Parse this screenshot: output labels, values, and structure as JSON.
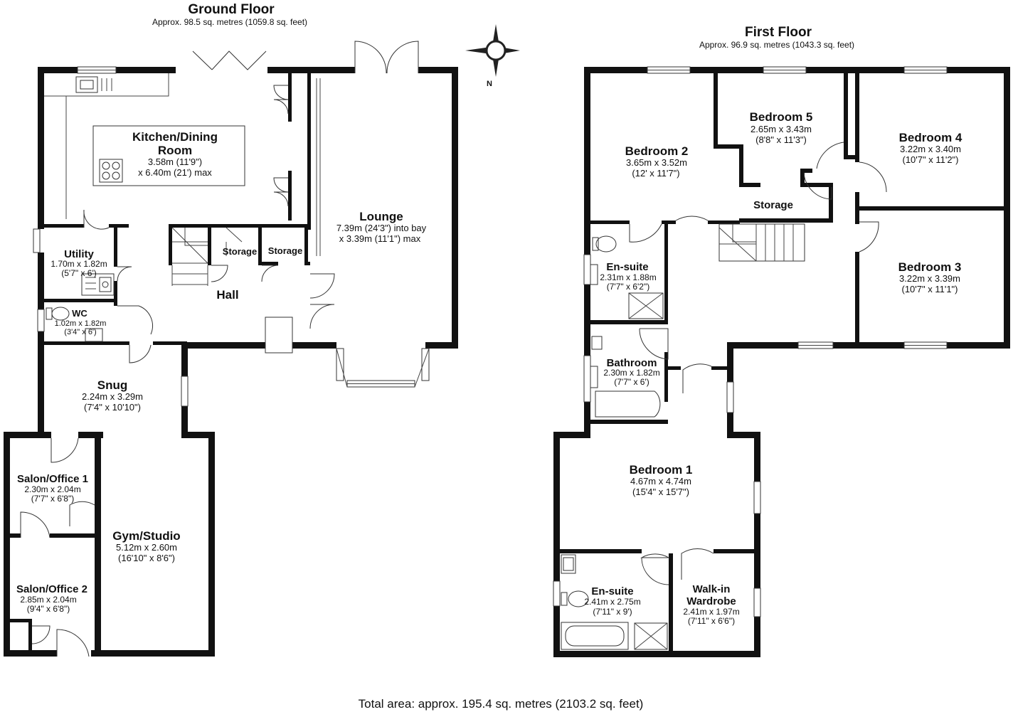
{
  "ground_floor": {
    "title": "Ground Floor",
    "area": "Approx. 98.5 sq. metres (1059.8 sq. feet)",
    "rooms": {
      "kitchen": {
        "name_1": "Kitchen/Dining",
        "name_2": "Room",
        "dim_1": "3.58m (11'9\")",
        "dim_2": "x 6.40m (21') max"
      },
      "lounge": {
        "name": "Lounge",
        "dim_1": "7.39m (24'3\") into bay",
        "dim_2": "x 3.39m (11'1\") max"
      },
      "utility": {
        "name": "Utility",
        "dim_1": "1.70m x 1.82m",
        "dim_2": "(5'7\" x 6')"
      },
      "storage_1": {
        "name": "Storage"
      },
      "storage_2": {
        "name": "Storage"
      },
      "hall": {
        "name": "Hall"
      },
      "wc": {
        "name": "WC",
        "dim_1": "1.02m x 1.82m",
        "dim_2": "(3'4\" x 6')"
      },
      "snug": {
        "name": "Snug",
        "dim_1": "2.24m x 3.29m",
        "dim_2": "(7'4\" x 10'10\")"
      },
      "salon_1": {
        "name": "Salon/Office 1",
        "dim_1": "2.30m x 2.04m",
        "dim_2": "(7'7\" x 6'8\")"
      },
      "gym": {
        "name": "Gym/Studio",
        "dim_1": "5.12m x 2.60m",
        "dim_2": "(16'10\" x 8'6\")"
      },
      "salon_2": {
        "name": "Salon/Office 2",
        "dim_1": "2.85m x 2.04m",
        "dim_2": "(9'4\" x 6'8\")"
      }
    }
  },
  "first_floor": {
    "title": "First Floor",
    "area": "Approx. 96.9 sq. metres (1043.3 sq. feet)",
    "rooms": {
      "bedroom_5": {
        "name": "Bedroom 5",
        "dim_1": "2.65m x 3.43m",
        "dim_2": "(8'8\" x 11'3\")"
      },
      "bedroom_2": {
        "name": "Bedroom 2",
        "dim_1": "3.65m x 3.52m",
        "dim_2": "(12' x 11'7\")"
      },
      "bedroom_4": {
        "name": "Bedroom 4",
        "dim_1": "3.22m x 3.40m",
        "dim_2": "(10'7\" x 11'2\")"
      },
      "storage": {
        "name": "Storage"
      },
      "ensuite_1": {
        "name": "En-suite",
        "dim_1": "2.31m x 1.88m",
        "dim_2": "(7'7\" x 6'2\")"
      },
      "bedroom_3": {
        "name": "Bedroom 3",
        "dim_1": "3.22m x 3.39m",
        "dim_2": "(10'7\" x 11'1\")"
      },
      "bathroom": {
        "name": "Bathroom",
        "dim_1": "2.30m x 1.82m",
        "dim_2": "(7'7\" x 6')"
      },
      "bedroom_1": {
        "name": "Bedroom 1",
        "dim_1": "4.67m x 4.74m",
        "dim_2": "(15'4\" x 15'7\")"
      },
      "ensuite_2": {
        "name": "En-suite",
        "dim_1": "2.41m x 2.75m",
        "dim_2": "(7'11\" x 9')"
      },
      "wardrobe": {
        "name_1": "Walk-in",
        "name_2": "Wardrobe",
        "dim_1": "2.41m x 1.97m",
        "dim_2": "(7'11\" x 6'6\")"
      }
    }
  },
  "compass": {
    "label": "N"
  },
  "total_area": "Total area: approx. 195.4 sq. metres (2103.2 sq. feet)",
  "colors": {
    "wall": "#111111",
    "background": "#ffffff"
  }
}
